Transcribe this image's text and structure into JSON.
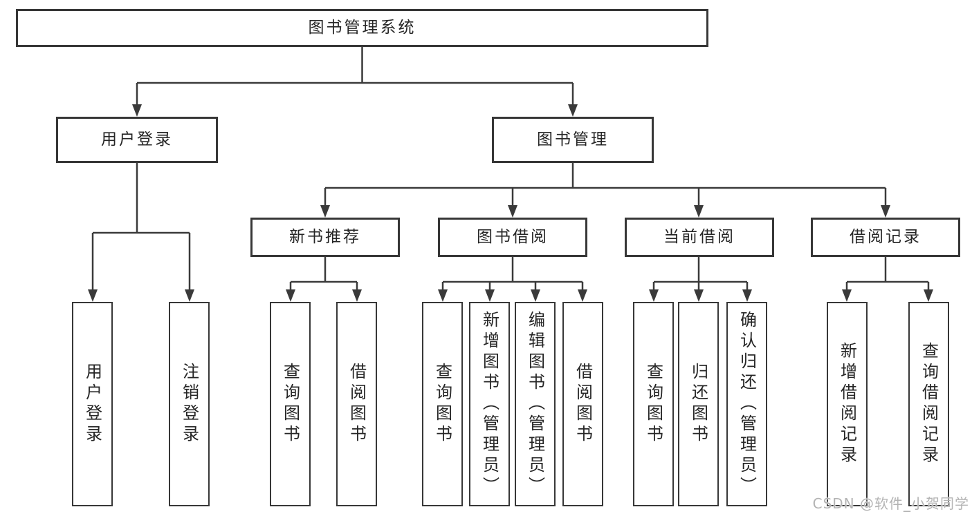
{
  "diagram": {
    "root": {
      "label": "图书管理系统"
    },
    "level2": [
      {
        "label": "用户登录"
      },
      {
        "label": "图书管理"
      }
    ],
    "level3": [
      {
        "label": "新书推荐"
      },
      {
        "label": "图书借阅"
      },
      {
        "label": "当前借阅"
      },
      {
        "label": "借阅记录"
      }
    ],
    "leaves": {
      "user_login": [
        "用户登录",
        "注销登录"
      ],
      "new_book_recommend": [
        "查询图书",
        "借阅图书"
      ],
      "book_borrow": [
        "查询图书",
        "新增图书（管理员）",
        "编辑图书（管理员）",
        "借阅图书"
      ],
      "current_borrow": [
        "查询图书",
        "归还图书",
        "确认归还（管理员）"
      ],
      "borrow_records": [
        "新增借阅记录",
        "查询借阅记录"
      ]
    }
  },
  "watermark": {
    "text": "CSDN @软件_小贺同学"
  },
  "colors": {
    "line": "#3a3a3a",
    "box_border": "#373737",
    "text": "#262626",
    "watermark": "#b3b3b3",
    "background": "#ffffff"
  }
}
